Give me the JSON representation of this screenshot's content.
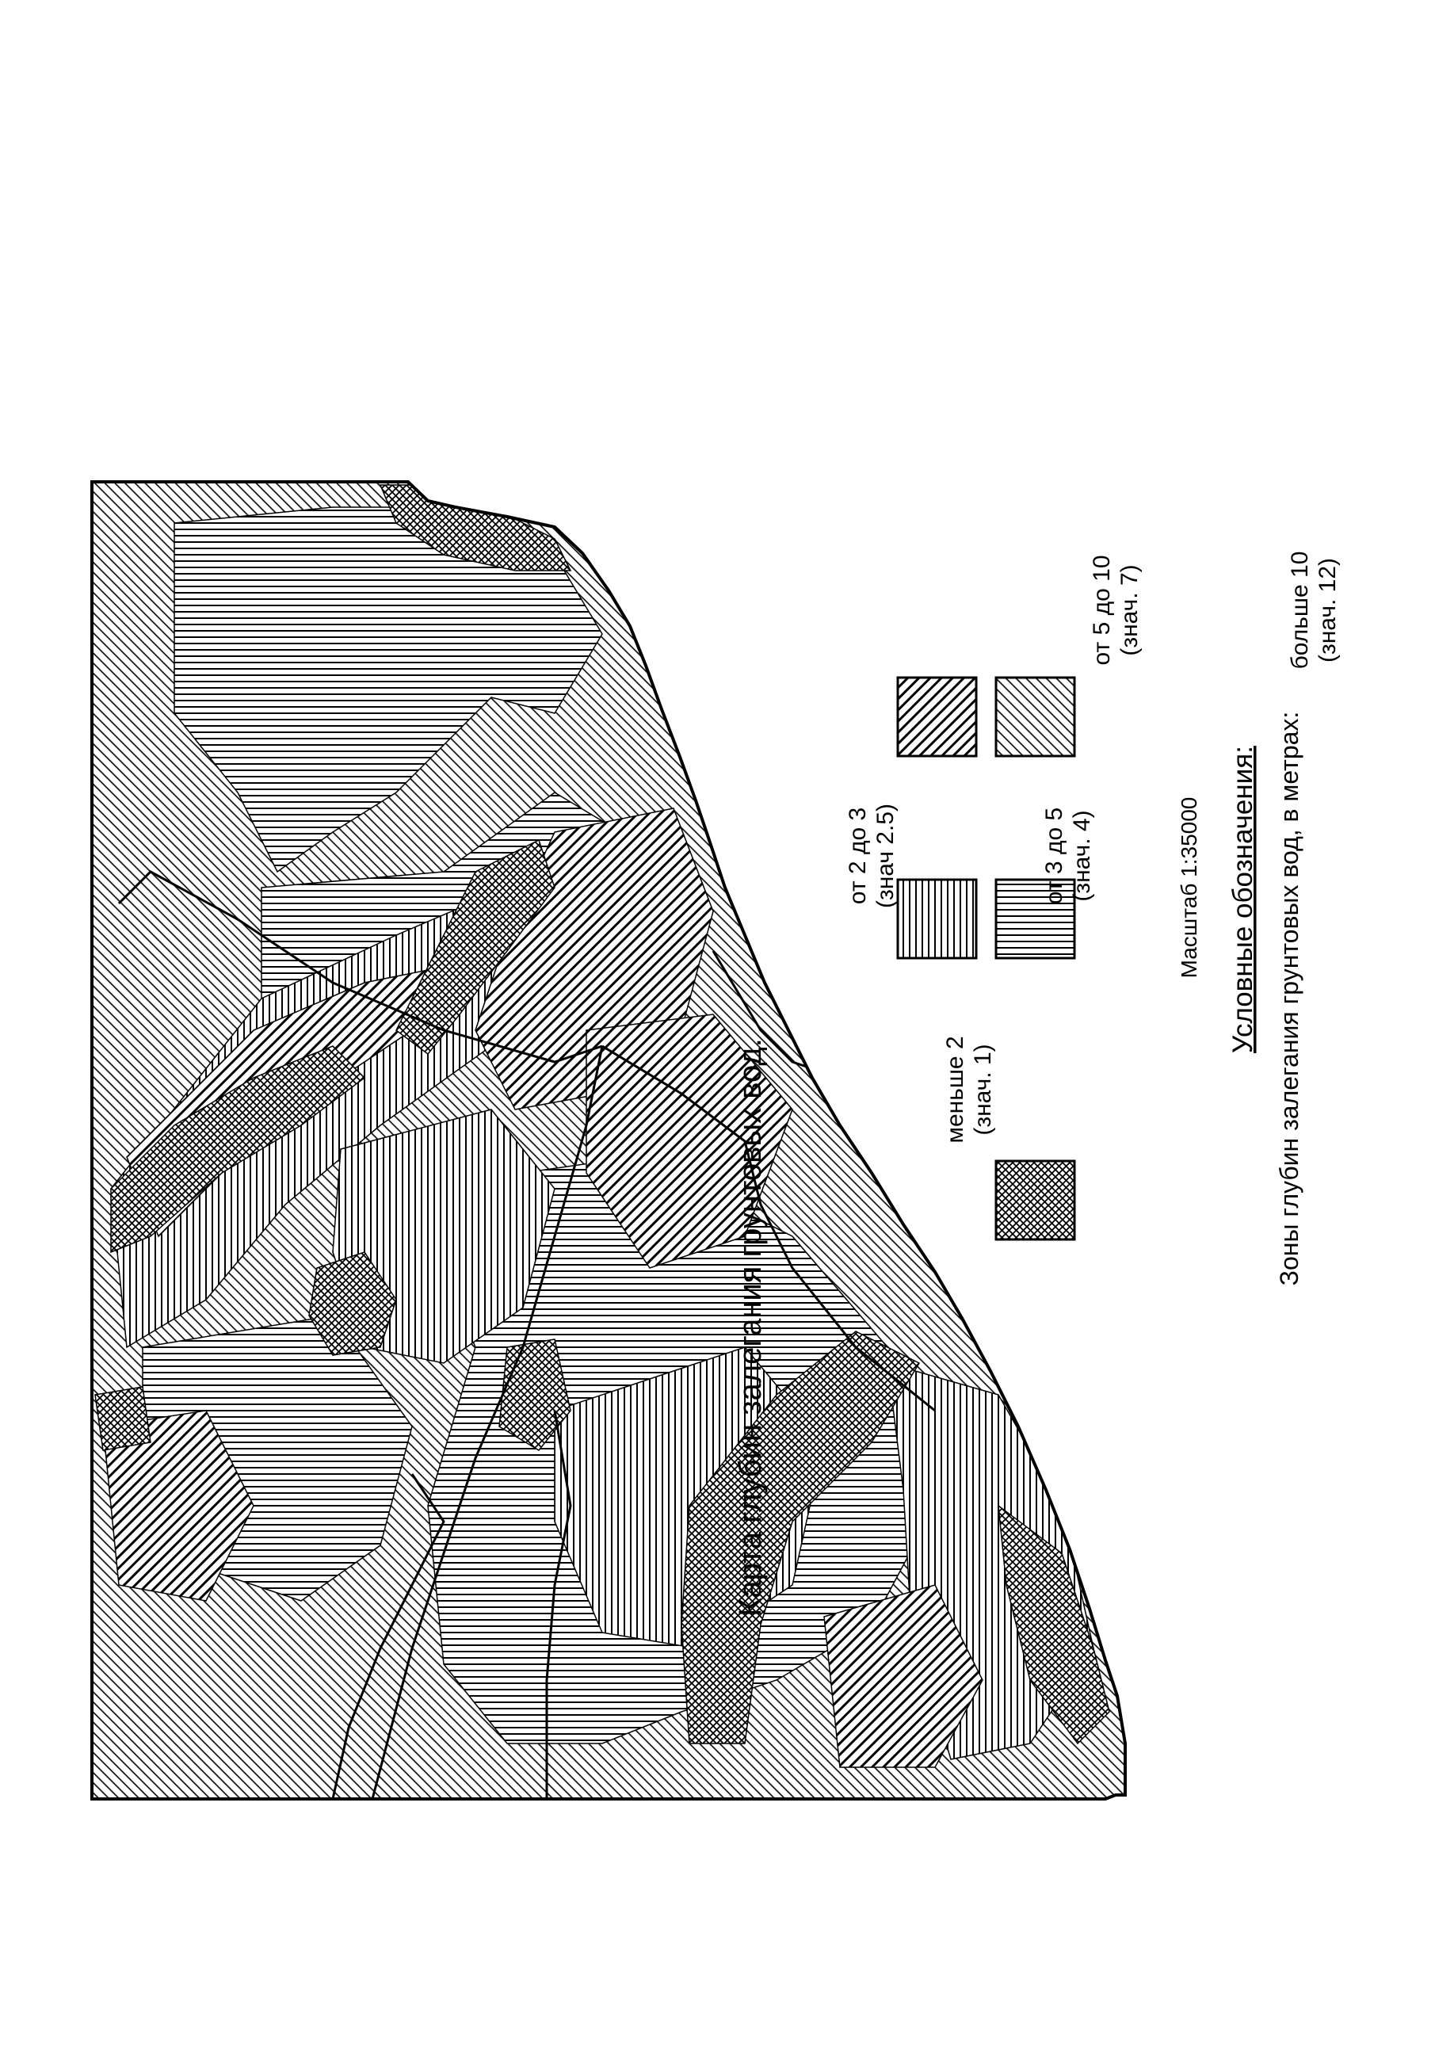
{
  "title": "Карта глубин залегания грунтовых вод.",
  "scale": "Масштаб 1:35000",
  "legend": {
    "heading": "Условные обозначения:",
    "subtitle": "Зоны глубин залегания грунтовых вод, в метрах:",
    "items": [
      {
        "label": "меньше 2",
        "code": "(знач. 1)",
        "pattern": "crosshatch"
      },
      {
        "label": "от 2 до 3",
        "code": "(знач 2.5)",
        "pattern": "vertical-lines"
      },
      {
        "label": "от 3 до 5",
        "code": "(знач. 4)",
        "pattern": "horizontal-lines"
      },
      {
        "label": "от 5 до 10",
        "code": "(знач. 7)",
        "pattern": "diagonal-lines-bold"
      },
      {
        "label": "больше 10",
        "code": "(знач. 12)",
        "pattern": "diagonal-lines-fine"
      }
    ]
  },
  "colors": {
    "ink": "#000000",
    "paper": "#ffffff"
  }
}
